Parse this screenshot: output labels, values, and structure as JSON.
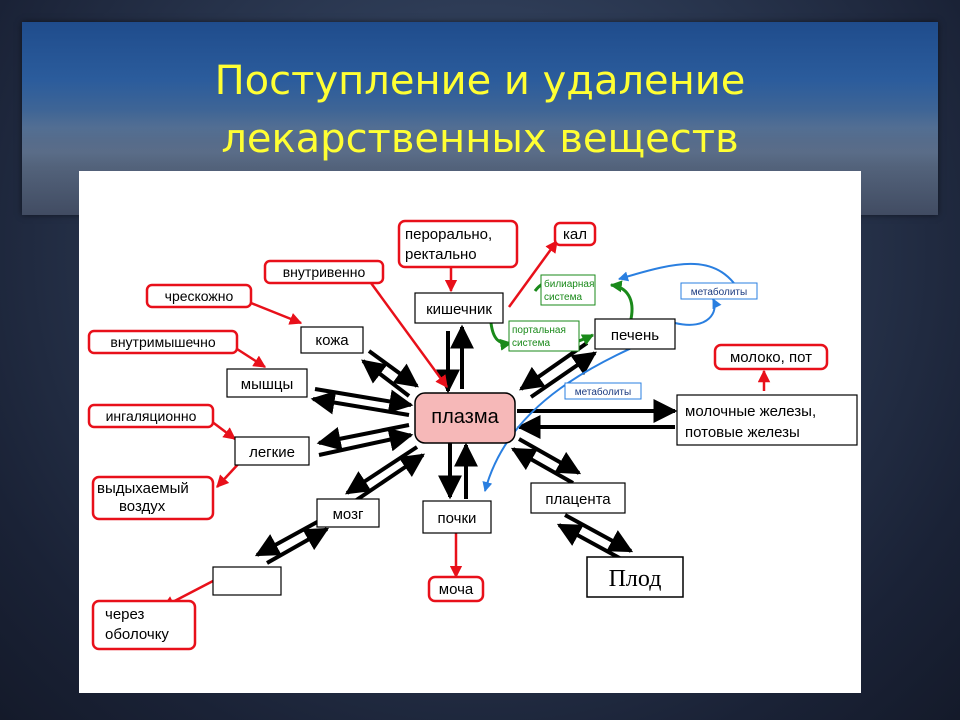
{
  "title": {
    "line1": "Поступление и удаление",
    "line2": "лекарственных веществ"
  },
  "colors": {
    "title": "#ffff33",
    "route_border": "#e8101a",
    "arrow_black": "#000000",
    "arrow_red": "#e8101a",
    "arrow_green": "#1a8a1a",
    "arrow_blue": "#2a7fe0",
    "plasma_fill": "#f6b8b8"
  },
  "nodes": {
    "plasma": "плазма",
    "kishechnik": "кишечник",
    "pechen": "печень",
    "kozha": "кожа",
    "myshtsy": "мышцы",
    "legkie": "легкие",
    "mozg": "мозг",
    "pochki": "почки",
    "platsenta": "плацента",
    "zhelezy_1": "молочные железы,",
    "zhelezy_2": "потовые железы",
    "plod": "Плод",
    "empty_box": ""
  },
  "routes": {
    "peroralno_1": "перорально,",
    "peroralno_2": "ректально",
    "kal": "кал",
    "vnutrivenno": "внутривенно",
    "chreskozhno": "чрескожно",
    "vnutrimyshechno": "внутримышечно",
    "ingalyatsionno": "ингаляционно",
    "vydykh_1": "выдыхаемый",
    "vydykh_2": "воздух",
    "moloko": "молоко, пот",
    "mocha": "моча",
    "obolochka_1": "через",
    "obolochka_2": "оболочку"
  },
  "small_labels": {
    "biliarnaya_1": "билиарная",
    "biliarnaya_2": "система",
    "portalnaya_1": "портальная",
    "portalnaya_2": "система",
    "metabolity_top": "метаболиты",
    "metabolity_mid": "метаболиты"
  }
}
